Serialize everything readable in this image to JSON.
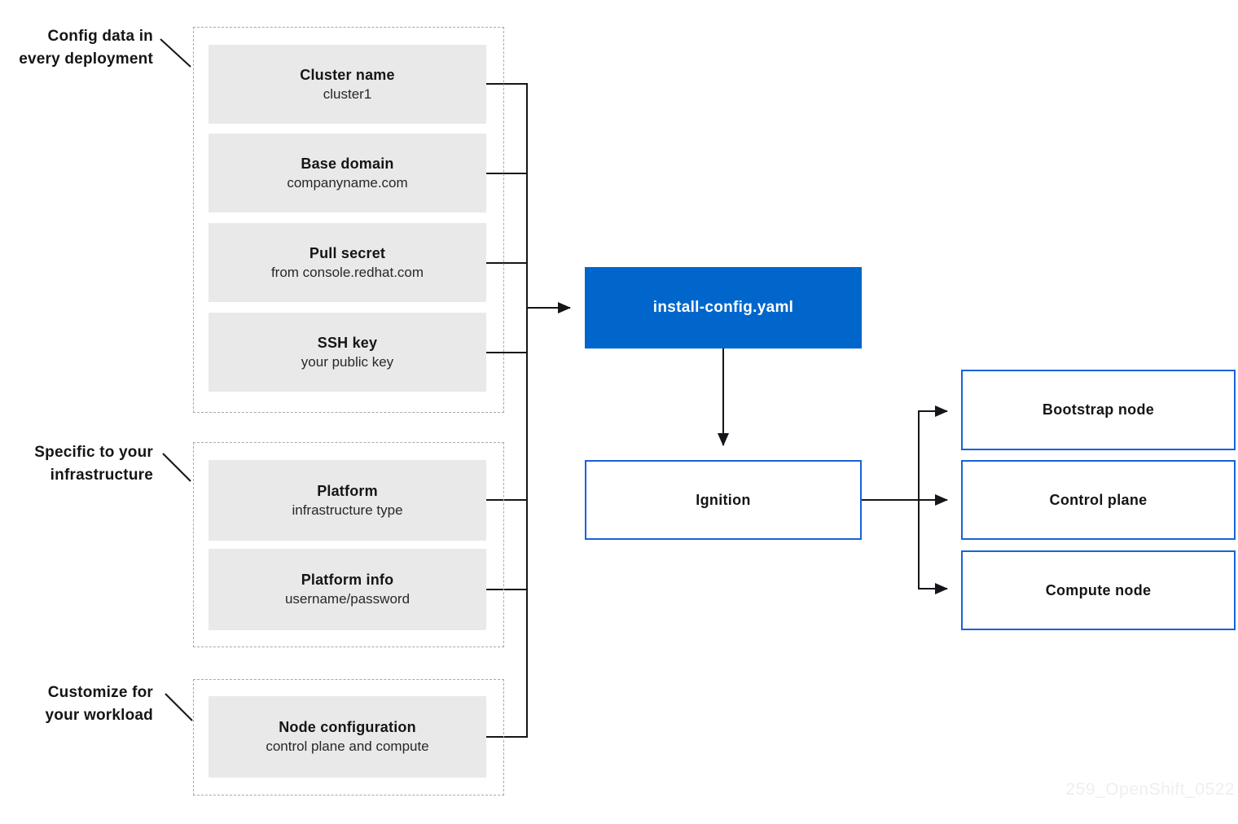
{
  "diagram": {
    "groups": [
      {
        "label": {
          "line1": "Config data in",
          "line2": "every deployment"
        },
        "boxes": [
          {
            "title": "Cluster name",
            "subtitle": "cluster1"
          },
          {
            "title": "Base domain",
            "subtitle": "companyname.com"
          },
          {
            "title": "Pull secret",
            "subtitle": "from console.redhat.com"
          },
          {
            "title": "SSH key",
            "subtitle": "your public key"
          }
        ]
      },
      {
        "label": {
          "line1": "Specific to your",
          "line2": "infrastructure"
        },
        "boxes": [
          {
            "title": "Platform",
            "subtitle": "infrastructure type"
          },
          {
            "title": "Platform info",
            "subtitle": "username/password"
          }
        ]
      },
      {
        "label": {
          "line1": "Customize for",
          "line2": "your workload"
        },
        "boxes": [
          {
            "title": "Node configuration",
            "subtitle": "control plane and compute"
          }
        ]
      }
    ],
    "flow": {
      "install_config": "install-config.yaml",
      "ignition": "Ignition"
    },
    "nodes": [
      {
        "label": "Bootstrap node"
      },
      {
        "label": "Control plane"
      },
      {
        "label": "Compute node"
      }
    ],
    "watermark": "259_OpenShift_0522",
    "colors": {
      "accent_blue": "#0066cc",
      "border_blue": "#1663d8",
      "box_gray": "#e9e9e9",
      "dash_gray": "#a9a9ad",
      "line_black": "#15151a",
      "text_dark": "#151515",
      "watermark_gray": "#edeff1"
    }
  }
}
